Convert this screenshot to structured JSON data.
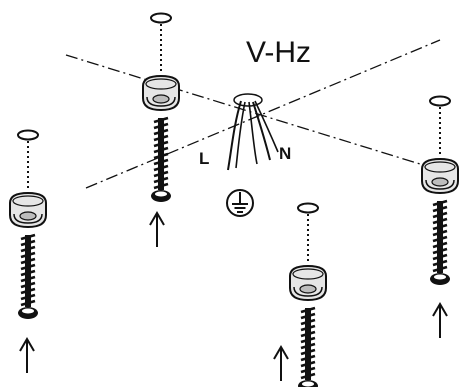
{
  "diagram": {
    "voltage_label": "V-Hz",
    "wire_live_label": "L",
    "wire_neutral_label": "N",
    "icons": [
      "ground-symbol-icon",
      "screw-icon",
      "wall-plug-icon",
      "washer-icon",
      "arrow-up-icon"
    ],
    "colors": {
      "line": "#111111",
      "plug_fill": "#e6e6e6",
      "plug_shade": "#bdbdbd",
      "background": "#ffffff"
    }
  }
}
